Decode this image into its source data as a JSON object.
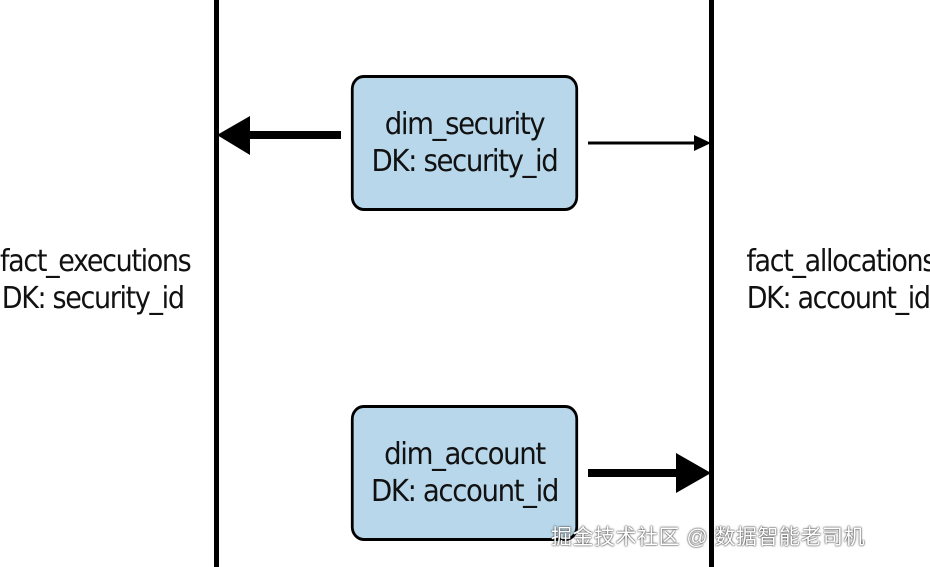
{
  "fact_left": {
    "name": "fact_executions",
    "key": "DK: security_id"
  },
  "fact_right": {
    "name": "fact_allocations",
    "key": "DK: account_id"
  },
  "dim_top": {
    "name": "dim_security",
    "key": "DK: security_id"
  },
  "dim_bottom": {
    "name": "dim_account",
    "key": "DK: account_id"
  },
  "watermark": "掘金技术社区 @ 数据智能老司机",
  "colors": {
    "dim_box_fill": "#b8d7ea",
    "line": "#000000"
  }
}
